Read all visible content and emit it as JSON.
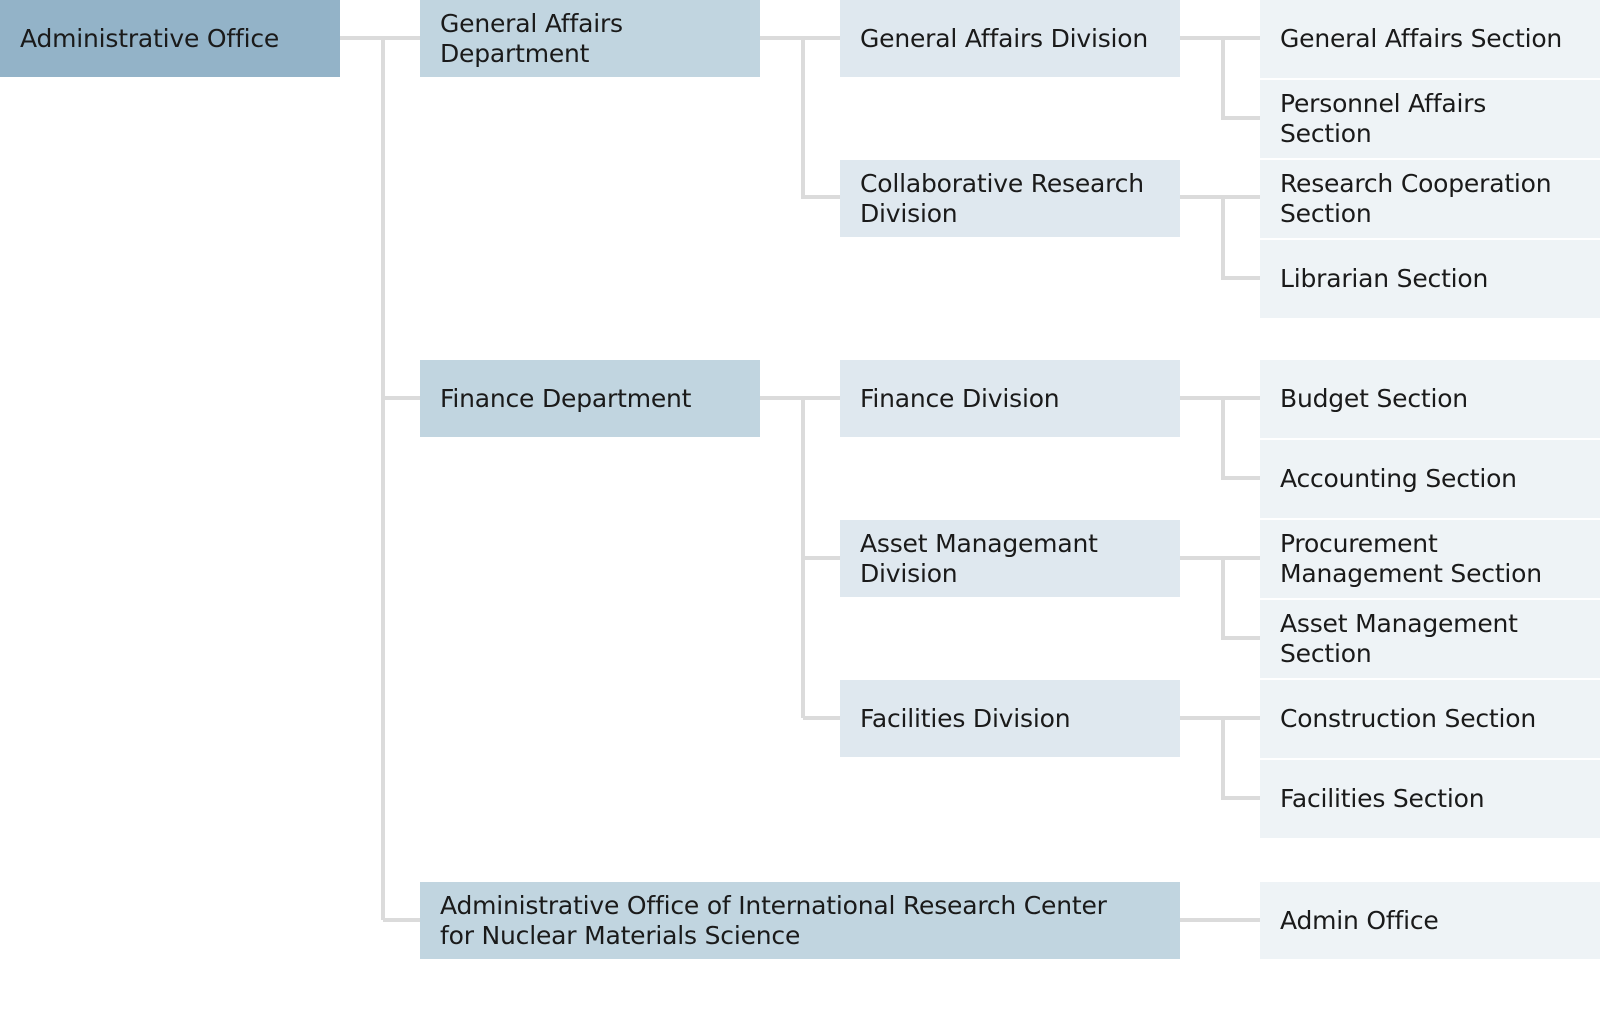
{
  "root": {
    "label": "Administrative Office"
  },
  "departments": [
    {
      "label": "General Affairs\nDepartment"
    },
    {
      "label": "Finance Department"
    },
    {
      "label": "Administrative Office of International Research Center\nfor Nuclear Materials Science"
    }
  ],
  "divisions": [
    {
      "label": "General Affairs Division"
    },
    {
      "label": "Collaborative Research\nDivision"
    },
    {
      "label": "Finance Division"
    },
    {
      "label": "Asset Managemant\nDivision"
    },
    {
      "label": "Facilities Division"
    }
  ],
  "sections": [
    {
      "label": "General Affairs Section"
    },
    {
      "label": "Personnel Affairs\nSection"
    },
    {
      "label": "Research Cooperation\nSection"
    },
    {
      "label": "Librarian Section"
    },
    {
      "label": "Budget Section"
    },
    {
      "label": "Accounting Section"
    },
    {
      "label": "Procurement\nManagement Section"
    },
    {
      "label": "Asset Management\nSection"
    },
    {
      "label": "Construction Section"
    },
    {
      "label": "Facilities Section"
    },
    {
      "label": "Admin Office"
    }
  ],
  "colors": {
    "root": "#93b3c8",
    "department": "#c1d5e0",
    "division": "#dfe8ef",
    "section": "#eef3f6",
    "connector": "#dbdbdb"
  }
}
